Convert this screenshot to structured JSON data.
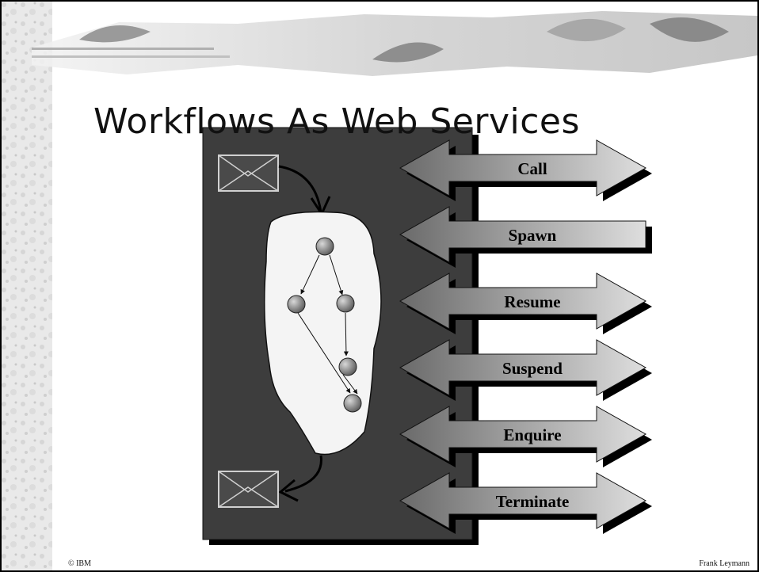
{
  "slide": {
    "title": "Workflows As Web Services",
    "footer_left": "© IBM",
    "footer_right": "Frank Leymann"
  },
  "operations": [
    {
      "label": "Call",
      "direction": "bidirectional"
    },
    {
      "label": "Spawn",
      "direction": "inbound"
    },
    {
      "label": "Resume",
      "direction": "bidirectional"
    },
    {
      "label": "Suspend",
      "direction": "bidirectional"
    },
    {
      "label": "Enquire",
      "direction": "bidirectional"
    },
    {
      "label": "Terminate",
      "direction": "bidirectional"
    }
  ],
  "workflow_graph": {
    "nodes": [
      "start",
      "left",
      "right",
      "right-lower",
      "end"
    ],
    "edges": [
      [
        "start",
        "left"
      ],
      [
        "start",
        "right"
      ],
      [
        "right",
        "right-lower"
      ],
      [
        "left",
        "end"
      ],
      [
        "right-lower",
        "end"
      ]
    ]
  },
  "colors": {
    "panel": "#3d3d3d",
    "shadow": "#000000",
    "node_fill": "#808080",
    "arrow_light": "#dedede",
    "arrow_dark": "#6a6a6a"
  }
}
